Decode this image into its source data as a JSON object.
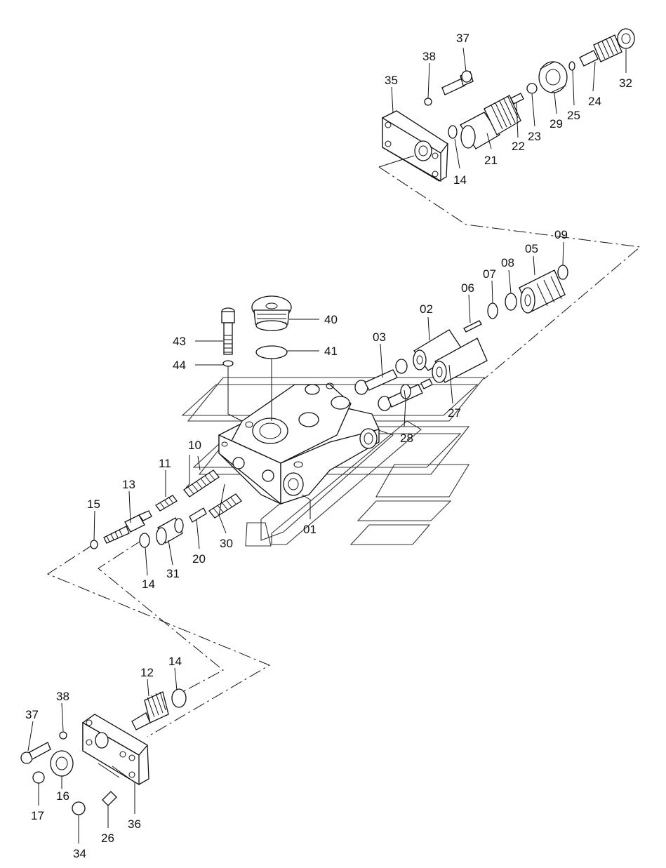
{
  "diagram": {
    "labels": {
      "p01": "01",
      "p02": "02",
      "p03": "03",
      "p05": "05",
      "p06": "06",
      "p07": "07",
      "p08": "08",
      "p09": "09",
      "p10": "10",
      "p11": "11",
      "p12": "12",
      "p13": "13",
      "p14a": "14",
      "p14b": "14",
      "p14c": "14",
      "p15": "15",
      "p16": "16",
      "p17": "17",
      "p20": "20",
      "p21": "21",
      "p22": "22",
      "p23": "23",
      "p24": "24",
      "p25": "25",
      "p26": "26",
      "p27": "27",
      "p28": "28",
      "p29": "29",
      "p30": "30",
      "p31": "31",
      "p32": "32",
      "p34": "34",
      "p35": "35",
      "p36": "36",
      "p37a": "37",
      "p37b": "37",
      "p38a": "38",
      "p38b": "38",
      "p40": "40",
      "p41": "41",
      "p43": "43",
      "p44": "44"
    },
    "colors": {
      "ink": "#111111",
      "paper": "#ffffff"
    }
  }
}
